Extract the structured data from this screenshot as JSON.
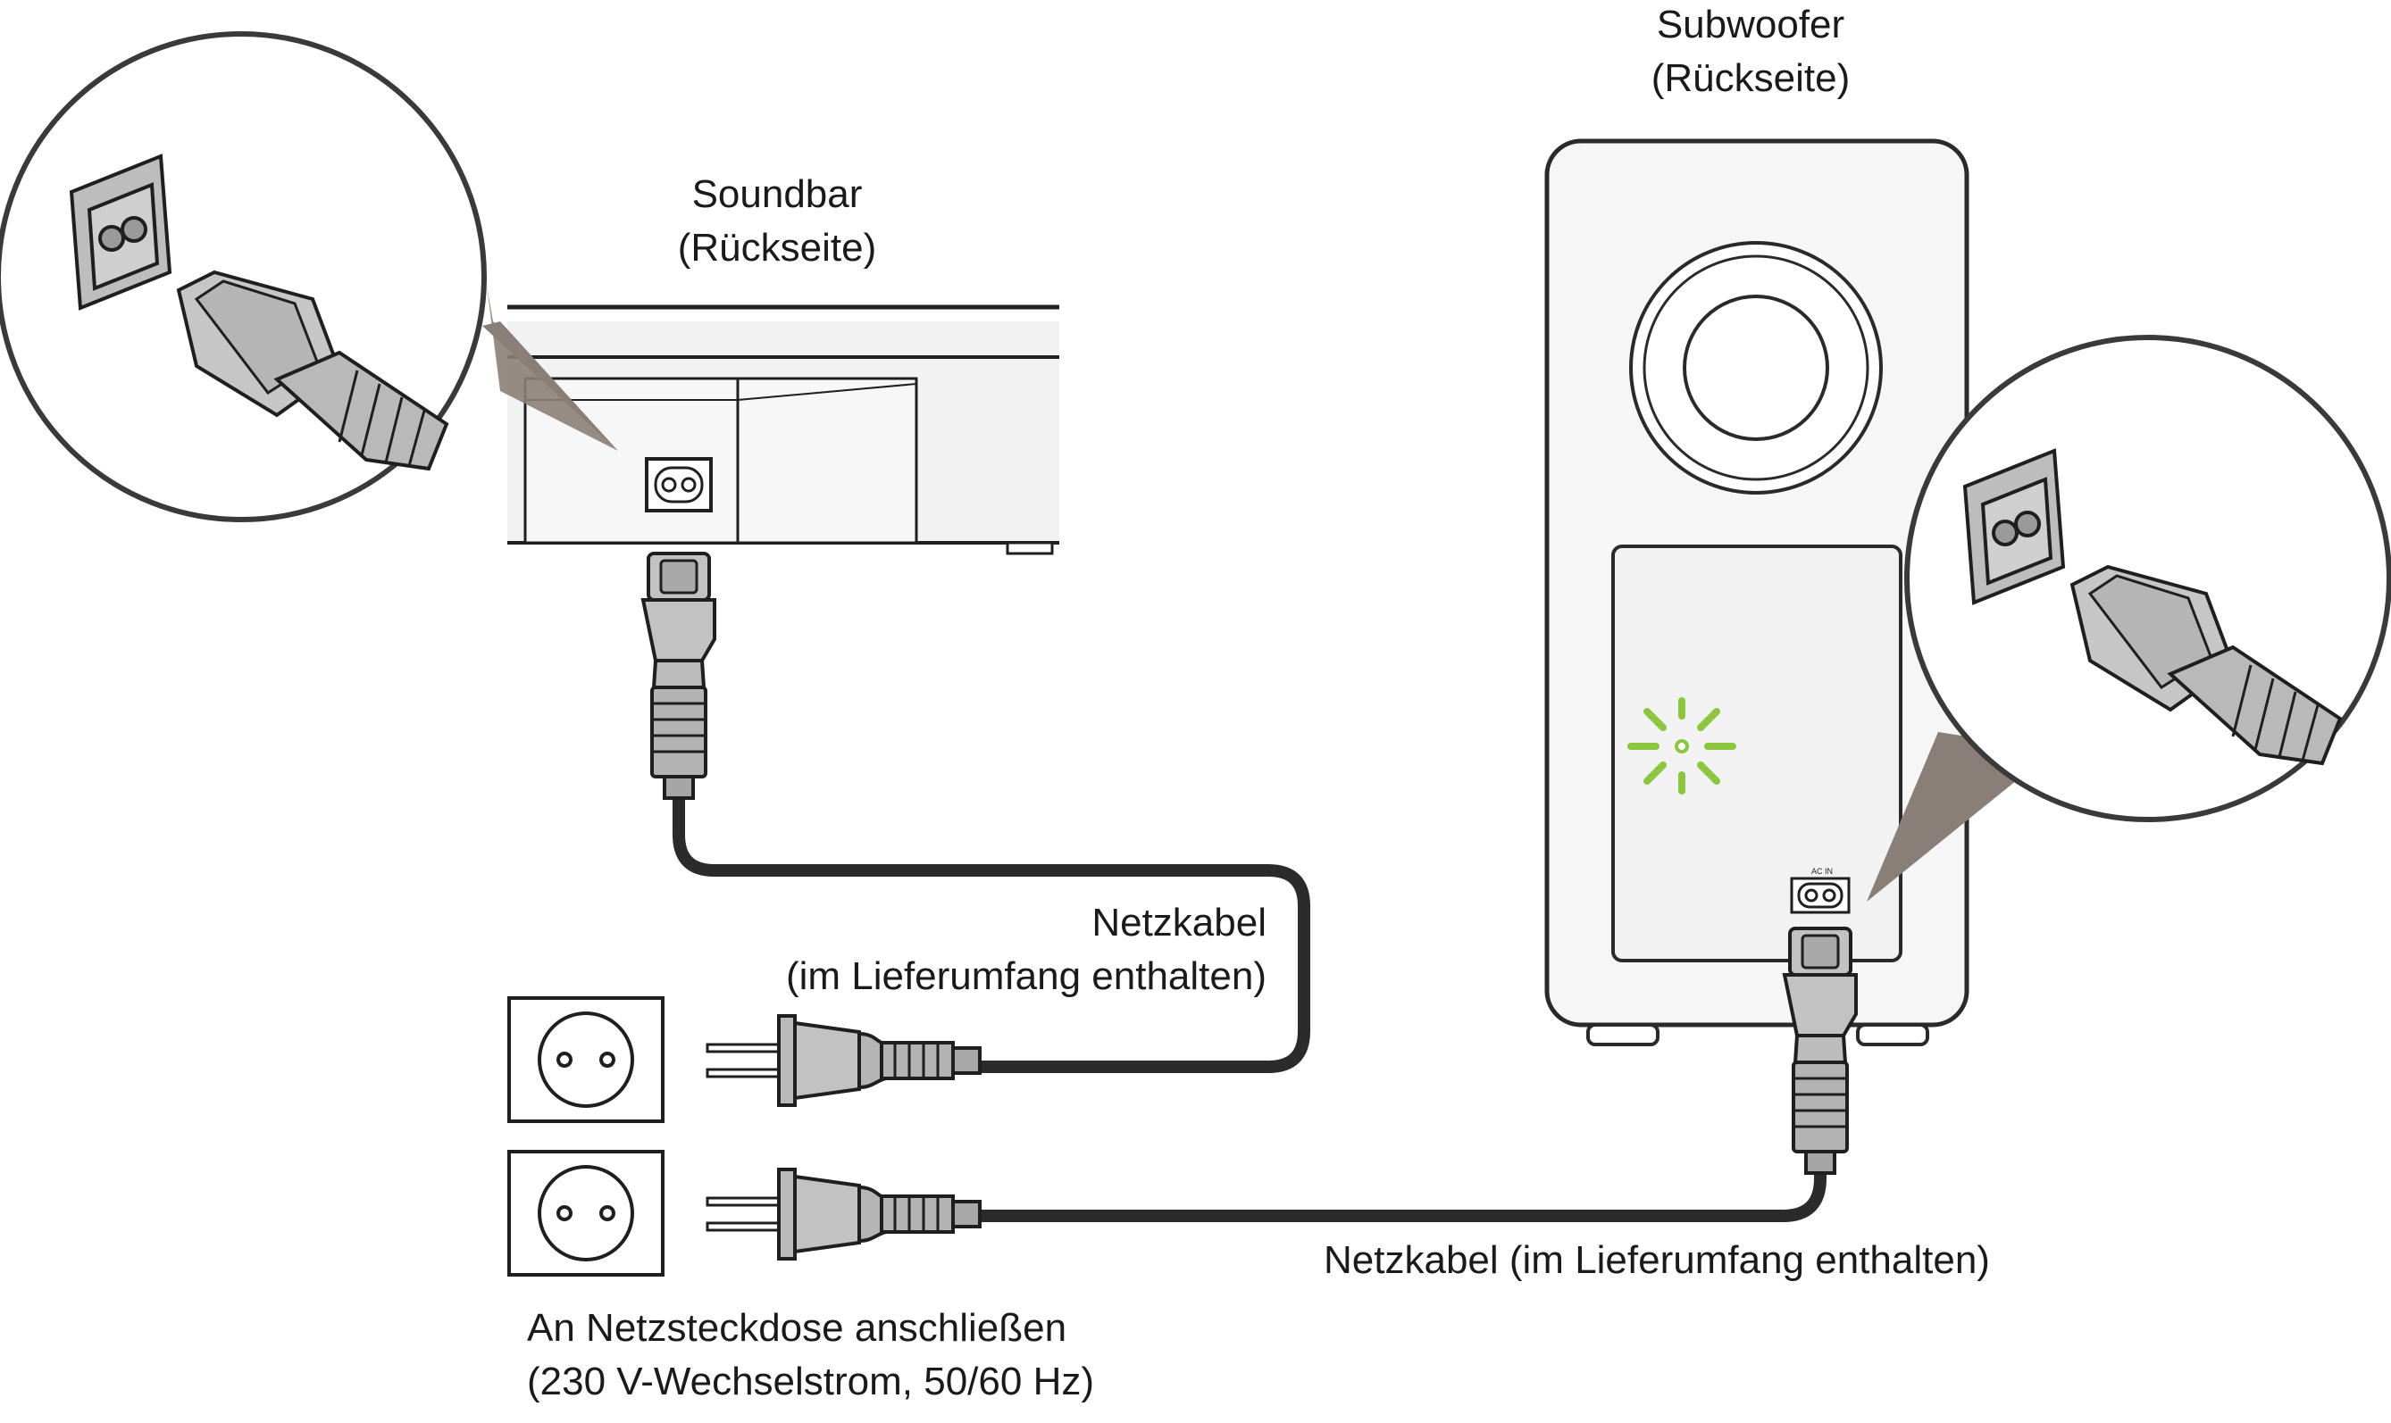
{
  "labels": {
    "soundbar_name": "Soundbar",
    "soundbar_side": "(Rückseite)",
    "subwoofer_name": "Subwoofer",
    "subwoofer_side": "(Rückseite)",
    "cable1_line1": "Netzkabel",
    "cable1_line2": "(im Lieferumfang enthalten)",
    "cable2": "Netzkabel (im Lieferumfang enthalten)",
    "outlet_line1": "An Netzsteckdose anschließen",
    "outlet_line2": "(230 V-Wechselstrom, 50/60 Hz)",
    "ac_in": "AC IN"
  },
  "icons": {
    "socket_zoom_left": "iec-c7-socket-closeup-icon",
    "socket_zoom_right": "iec-c7-socket-closeup-icon",
    "soundbar_inlet": "figure-8-inlet-icon",
    "subwoofer_inlet": "figure-8-inlet-icon",
    "outlet_top": "wall-outlet-icon",
    "outlet_bottom": "wall-outlet-icon",
    "power_led": "blinking-led-icon"
  },
  "colors": {
    "stroke": "#1f1f1f",
    "cable": "#2b2b2b",
    "plug_fill": "#b9b9b9",
    "zoom_beam": "#8a7f78",
    "led_green": "#8cc63f"
  }
}
